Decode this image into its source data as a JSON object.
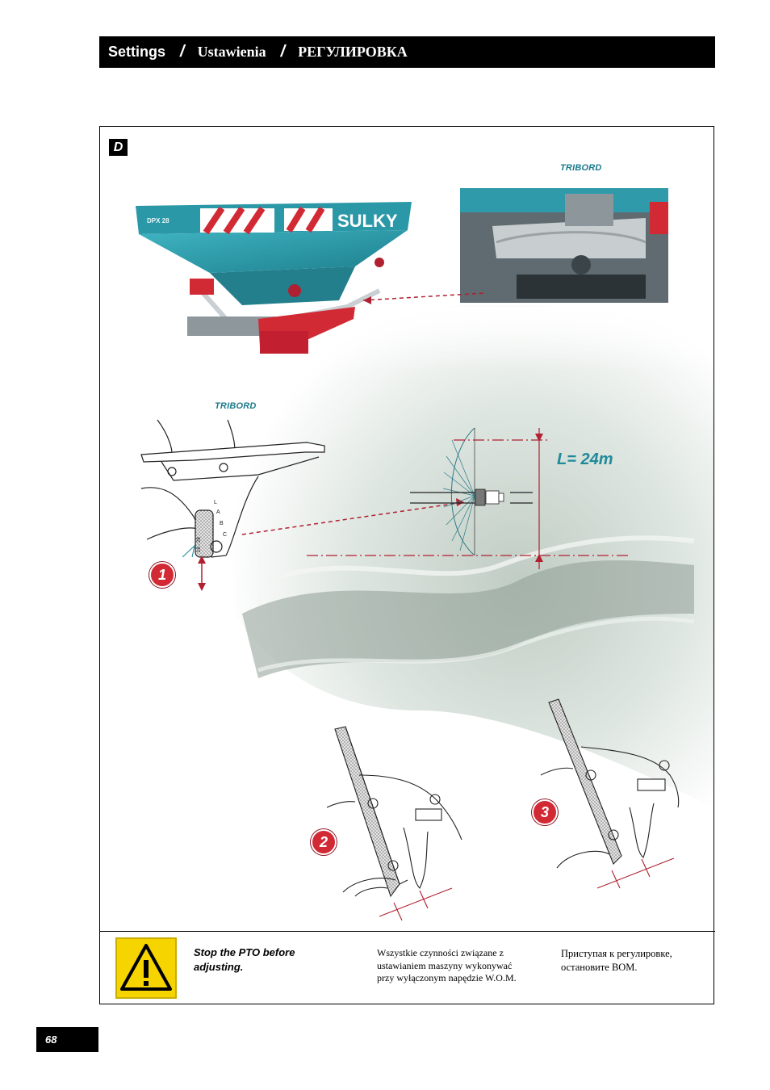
{
  "header": {
    "title_en": "Settings",
    "separator": "/",
    "title_pl": "Ustawienia",
    "title_ru": "РЕГУЛИРОВКА"
  },
  "section": {
    "letter": "D"
  },
  "figure": {
    "photo_label": "TRIBORD",
    "diagram_label": "TRIBORD",
    "spread_width_label": "L= 24m",
    "machine_brand": "SULKY",
    "machine_model": "DPX 28",
    "gauge_letters": [
      "A",
      "B",
      "C",
      "L"
    ],
    "gauge_scale": "18 - 28",
    "callouts": [
      "1",
      "2",
      "3"
    ],
    "icons": [
      "warning-triangle-icon"
    ]
  },
  "warning": {
    "text_en": "Stop the PTO before adjusting.",
    "text_pl": "Wszystkie czynności związane z ustawianiem maszyny wykonywać przy wyłączonym napędzie W.O.M.",
    "text_ru": "Приступая к регулировке, остановите ВОМ."
  },
  "page": {
    "number": "68"
  }
}
